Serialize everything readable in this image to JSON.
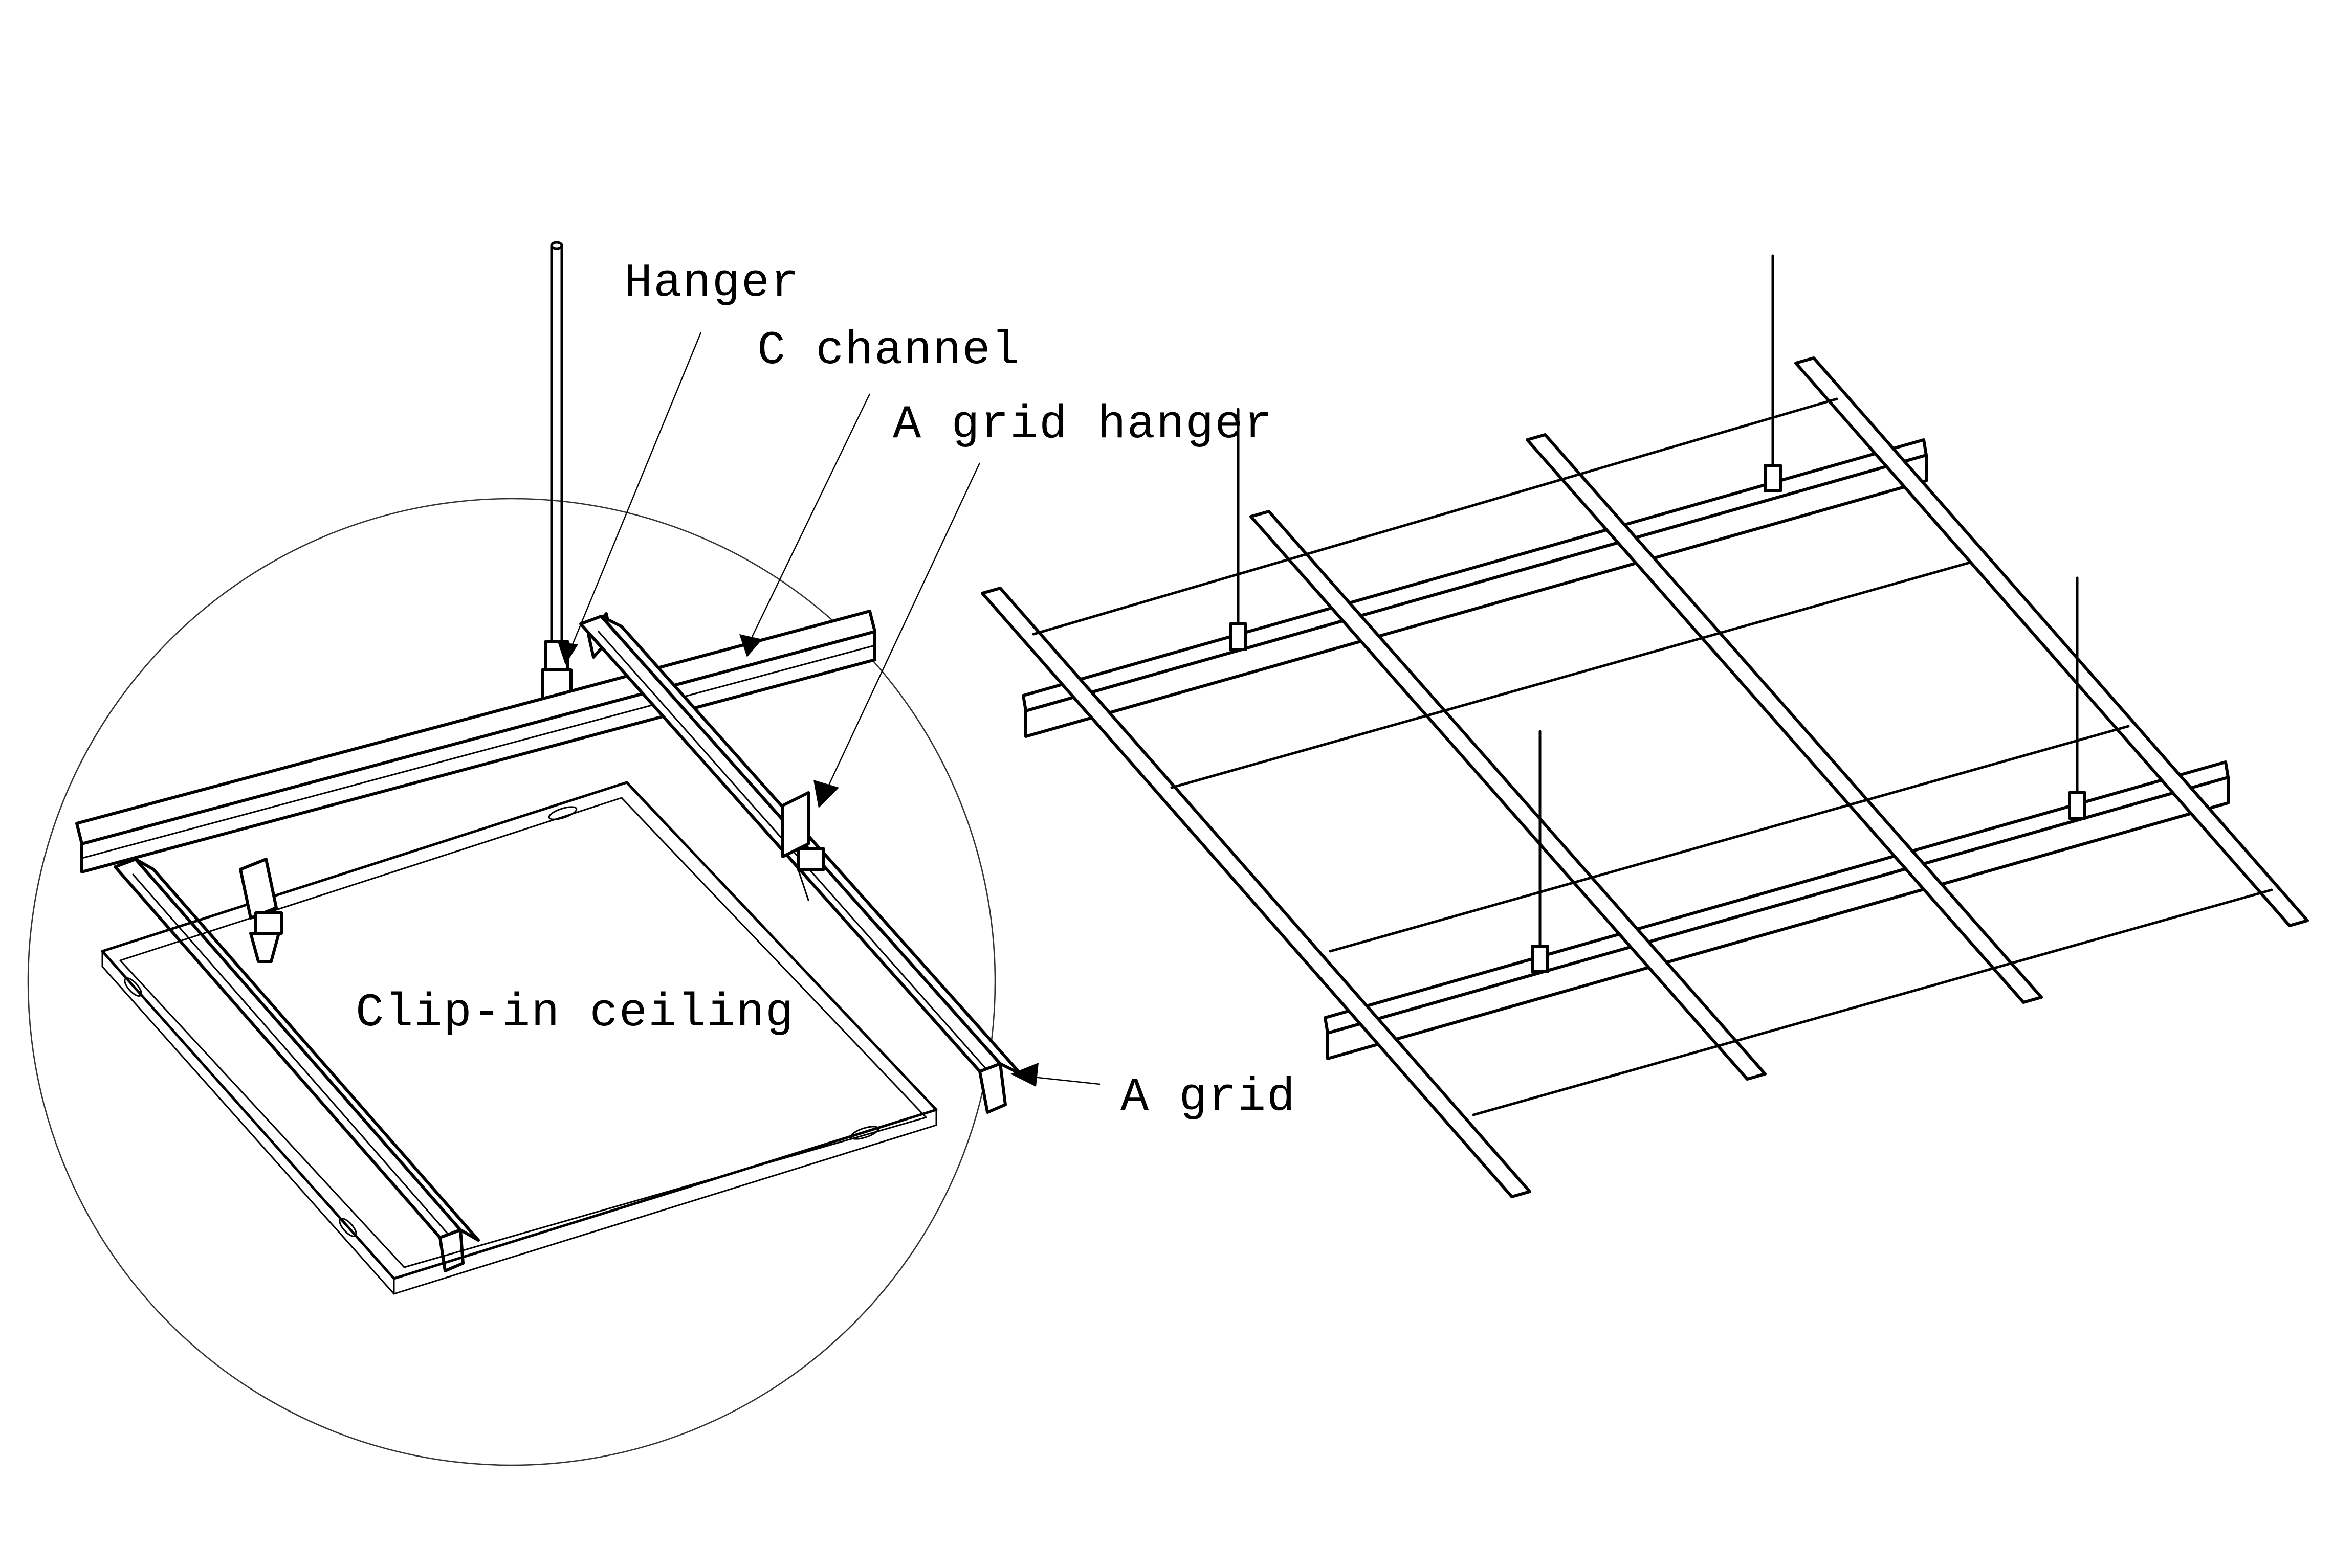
{
  "labels": {
    "hanger": "Hanger",
    "c_channel": "C channel",
    "a_grid_hanger": "A grid hanger",
    "clip_in_ceiling": "Clip-in ceiling",
    "a_grid": "A grid"
  },
  "colors": {
    "line": "#000000",
    "background": "#ffffff"
  }
}
